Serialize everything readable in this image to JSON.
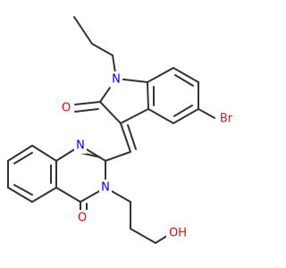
{
  "structure": {
    "atoms": [
      {
        "id": "Br",
        "label": "Br",
        "color": "#a52a2a"
      },
      {
        "id": "N1",
        "label": "N",
        "color": "#0000ff"
      },
      {
        "id": "O1",
        "label": "O",
        "color": "#ff0000"
      },
      {
        "id": "N2",
        "label": "N",
        "color": "#0000ff"
      },
      {
        "id": "N3",
        "label": "N",
        "color": "#0000ff"
      },
      {
        "id": "O2",
        "label": "O",
        "color": "#ff0000"
      },
      {
        "id": "OH",
        "label": "OH",
        "color": "#ff0000"
      }
    ],
    "bond_color": "#333333"
  }
}
